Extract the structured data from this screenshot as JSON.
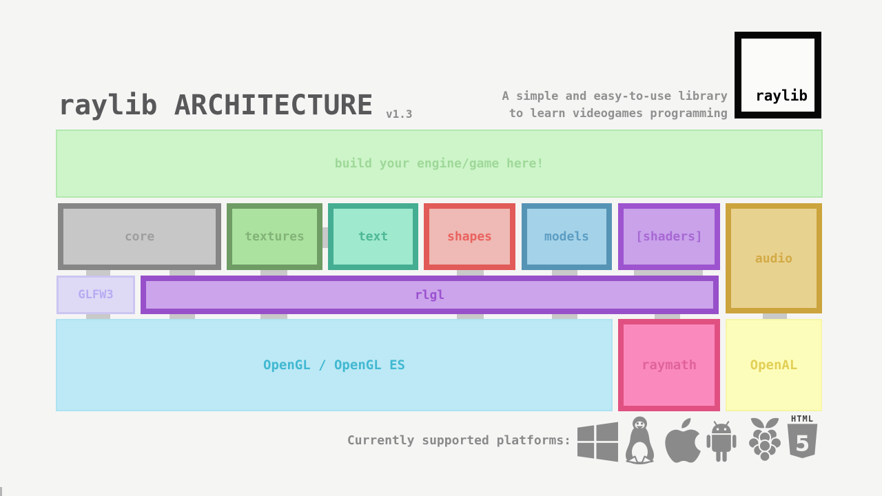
{
  "header": {
    "title": "raylib ARCHITECTURE",
    "version": "v1.3",
    "tagline_line1": "A simple and easy-to-use library",
    "tagline_line2": "to learn videogames programming",
    "logo_text": "raylib"
  },
  "diagram": {
    "engine_box": {
      "label": "build your engine/game here!",
      "fill": "#cdf5c9",
      "border": "#b2e8ad",
      "text_color": "#9fd899"
    },
    "modules": [
      {
        "id": "core",
        "label": "core",
        "fill": "#c7c7c7",
        "border": "#868686",
        "text_color": "#9e9e9e"
      },
      {
        "id": "textures",
        "label": "textures",
        "fill": "#ace2a0",
        "border": "#6e9c64",
        "text_color": "#82b377"
      },
      {
        "id": "text",
        "label": "text",
        "fill": "#9fe9ce",
        "border": "#44ad92",
        "text_color": "#4eb894"
      },
      {
        "id": "shapes",
        "label": "shapes",
        "fill": "#efb9b5",
        "border": "#e15b58",
        "text_color": "#e8625e"
      },
      {
        "id": "models",
        "label": "models",
        "fill": "#a4d2e8",
        "border": "#5694b5",
        "text_color": "#5d9dc2"
      },
      {
        "id": "shaders",
        "label": "[shaders]",
        "fill": "#c9a2ea",
        "border": "#9d54ce",
        "text_color": "#a768d3"
      },
      {
        "id": "audio",
        "label": "audio",
        "fill": "#e8d290",
        "border": "#cca43d",
        "text_color": "#d2aa45"
      }
    ],
    "glfw3": {
      "label": "GLFW3",
      "fill": "#dedaf6",
      "border": "#cbc5f1",
      "text_color": "#b6abf2"
    },
    "rlgl": {
      "label": "rlgl",
      "fill": "#cba4eb",
      "border": "#9750c9",
      "text_color": "#9c52d0"
    },
    "opengl": {
      "label": "OpenGL / OpenGL ES",
      "fill": "#bce9f5",
      "border": "#aee3f1",
      "text_color": "#41b8d1"
    },
    "raymath": {
      "label": "raymath",
      "fill": "#fa8abd",
      "border": "#e05181",
      "text_color": "#e0639c"
    },
    "openal": {
      "label": "OpenAL",
      "fill": "#fdfdbb",
      "border": "#f6f6a4",
      "text_color": "#e2cf55"
    },
    "connector_color": "#c9c9c9"
  },
  "footer": {
    "platforms_label": "Currently supported platforms:",
    "platform_icons": [
      "windows",
      "linux",
      "apple",
      "android",
      "raspberry-pi",
      "html5"
    ],
    "html5_badge_text": "HTML",
    "html5_number": "5",
    "icon_color": "#8a8a8a"
  }
}
